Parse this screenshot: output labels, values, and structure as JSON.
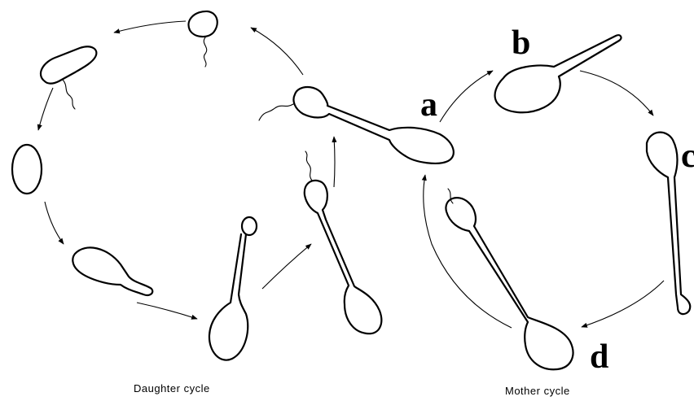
{
  "labels": {
    "a": "a",
    "b": "b",
    "c": "c",
    "d": "d",
    "daughter_cycle": "Daughter cycle",
    "mother_cycle": "Mother cycle"
  }
}
